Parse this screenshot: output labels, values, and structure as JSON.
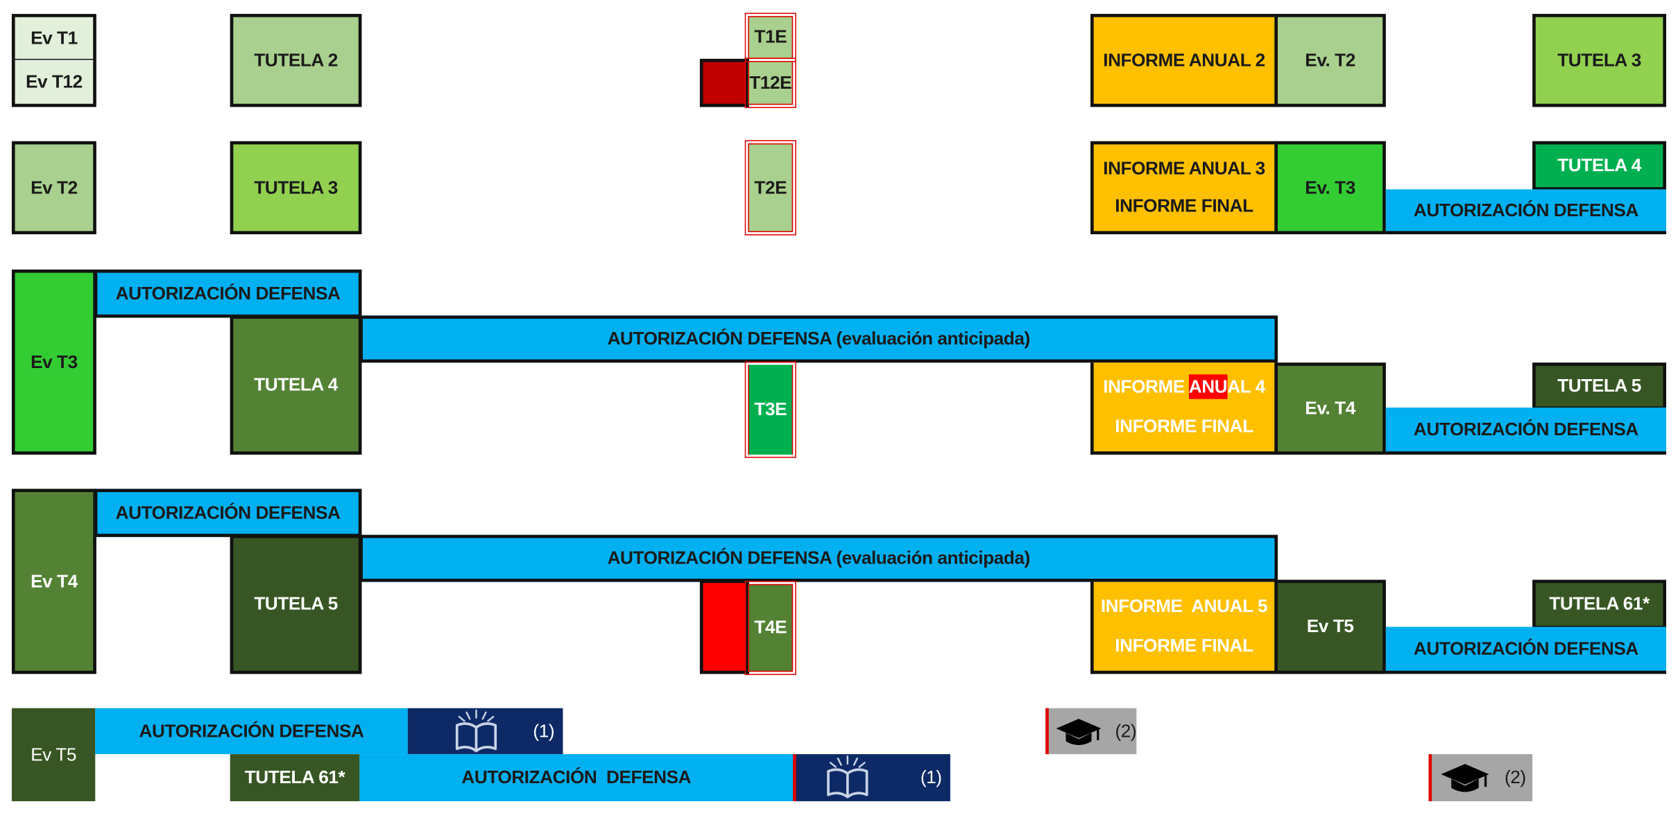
{
  "row1": {
    "ev_t1": "Ev T1",
    "ev_t12": "Ev T12",
    "tutela": "TUTELA 2",
    "t1e": "T1E",
    "t12e": "T12E",
    "informe": "INFORME ANUAL 2",
    "ev": "Ev. T2",
    "tutela_right": "TUTELA 3"
  },
  "row2": {
    "ev": "Ev T2",
    "tutela": "TUTELA 3",
    "t2e": "T2E",
    "informe_line1": "INFORME ANUAL 3",
    "informe_line2": "INFORME FINAL",
    "ev_right": "Ev. T3",
    "tutela_right": "TUTELA 4",
    "autorizacion": "AUTORIZACIÓN DEFENSA"
  },
  "row3": {
    "ev": "Ev T3",
    "autorizacion": "AUTORIZACIÓN DEFENSA",
    "autorizacion_anticipada": "AUTORIZACIÓN DEFENSA (evaluación anticipada)",
    "tutela": "TUTELA 4",
    "t3e": "T3E",
    "informe_line1_a": "INFORME ",
    "informe_line1_b": "ANU",
    "informe_line1_c": "AL 4",
    "informe_line2": "INFORME FINAL",
    "ev_right": "Ev. T4",
    "tutela_right": "TUTELA 5",
    "autorizacion_right": "AUTORIZACIÓN DEFENSA"
  },
  "row4": {
    "ev": "Ev T4",
    "autorizacion": "AUTORIZACIÓN DEFENSA",
    "autorizacion_anticipada": "AUTORIZACIÓN DEFENSA (evaluación anticipada)",
    "tutela": "TUTELA 5",
    "t4e": "T4E",
    "informe_line1": "INFORME  ANUAL 5",
    "informe_line2": "INFORME FINAL",
    "ev_right": "Ev T5",
    "tutela_right": "TUTELA 61*",
    "autorizacion_right": "AUTORIZACIÓN DEFENSA"
  },
  "row5": {
    "ev": "Ev T5",
    "autorizacion": "AUTORIZACIÓN DEFENSA",
    "note1": "(1)",
    "tutela": "TUTELA 61*",
    "autorizacion_2": "AUTORIZACIÓN  DEFENSA",
    "note1b": "(1)",
    "note2": "(2)",
    "note2b": "(2)"
  },
  "icons": {
    "book": "open-book-icon",
    "cap": "graduation-cap-icon"
  },
  "colors": {
    "pale_green": "#e2efda",
    "light_green": "#a9d08e",
    "green2": "#92d050",
    "green3": "#33cc33",
    "green4": "#548235",
    "green5": "#375623",
    "teal_green": "#00b050",
    "blue": "#00b0f0",
    "navy": "#0d2a66",
    "orange": "#ffc000",
    "grey": "#a6a6a6",
    "red": "#ff0000",
    "dark_red": "#c00000"
  }
}
